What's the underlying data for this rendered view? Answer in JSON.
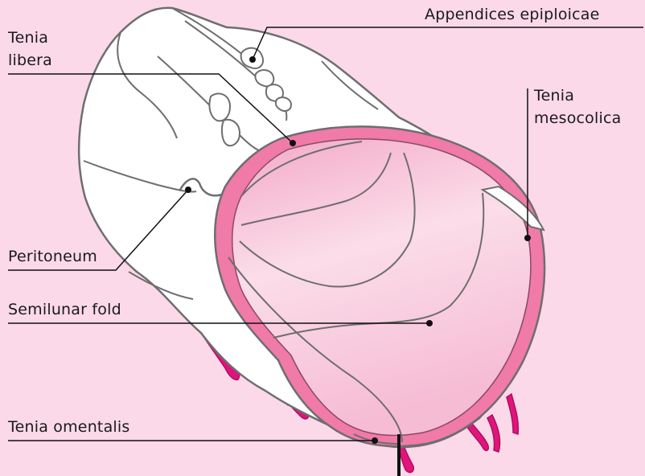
{
  "labels": {
    "appendices_epiploicae": "Appendices epiploicae",
    "tenia_libera_line1": "Tenia",
    "tenia_libera_line2": "libera",
    "tenia_mesocolica_line1": "Tenia",
    "tenia_mesocolica_line2": "mesocolica",
    "peritoneum": "Peritoneum",
    "semilunar_fold": "Semilunar fold",
    "tenia_omentalis": "Tenia omentalis"
  },
  "colors": {
    "background": "#fbd9e8",
    "serosa_fill": "#ffffff",
    "outline": "#6e6e6e",
    "wall_pink": "#f07aa8",
    "lumen_light": "#fde8f1",
    "lumen_dark": "#f3a9c7",
    "vessel_magenta": "#e0147c",
    "leader_line": "#111111"
  }
}
